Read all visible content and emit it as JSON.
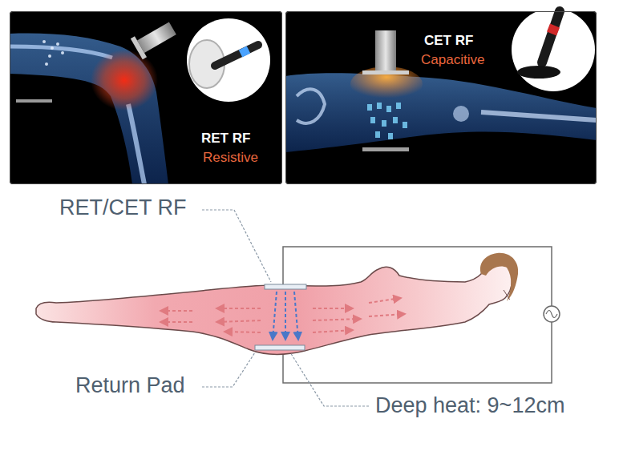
{
  "diagram": {
    "nodes": [
      {
        "text": [
          "RET RF",
          "Resistive"
        ]
      },
      {
        "text": [
          "CET RF",
          "Capacitive"
        ]
      }
    ],
    "labels": [
      "RET/CET RF",
      "Return Pad",
      "Deep heat: 9~12cm"
    ]
  }
}
